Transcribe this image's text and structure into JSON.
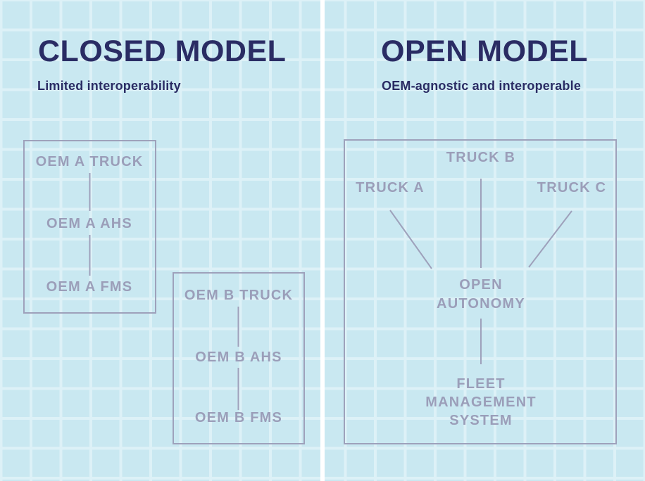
{
  "colors": {
    "background": "#c9e8f1",
    "grid_line": "#ddf1f7",
    "divider": "#ffffff",
    "heading_text": "#2a2c64",
    "diagram_muted": "#9b9eb9"
  },
  "panels": {
    "closed": {
      "title": "CLOSED MODEL",
      "subtitle": "Limited interoperability",
      "oem_a": {
        "truck": "OEM A TRUCK",
        "ahs": "OEM A AHS",
        "fms": "OEM A FMS"
      },
      "oem_b": {
        "truck": "OEM B TRUCK",
        "ahs": "OEM B AHS",
        "fms": "OEM B FMS"
      }
    },
    "open": {
      "title": "OPEN MODEL",
      "subtitle": "OEM-agnostic and interoperable",
      "trucks": {
        "a": "TRUCK A",
        "b": "TRUCK B",
        "c": "TRUCK C"
      },
      "hub": "OPEN AUTONOMY",
      "fleet": "FLEET MANAGEMENT SYSTEM"
    }
  }
}
